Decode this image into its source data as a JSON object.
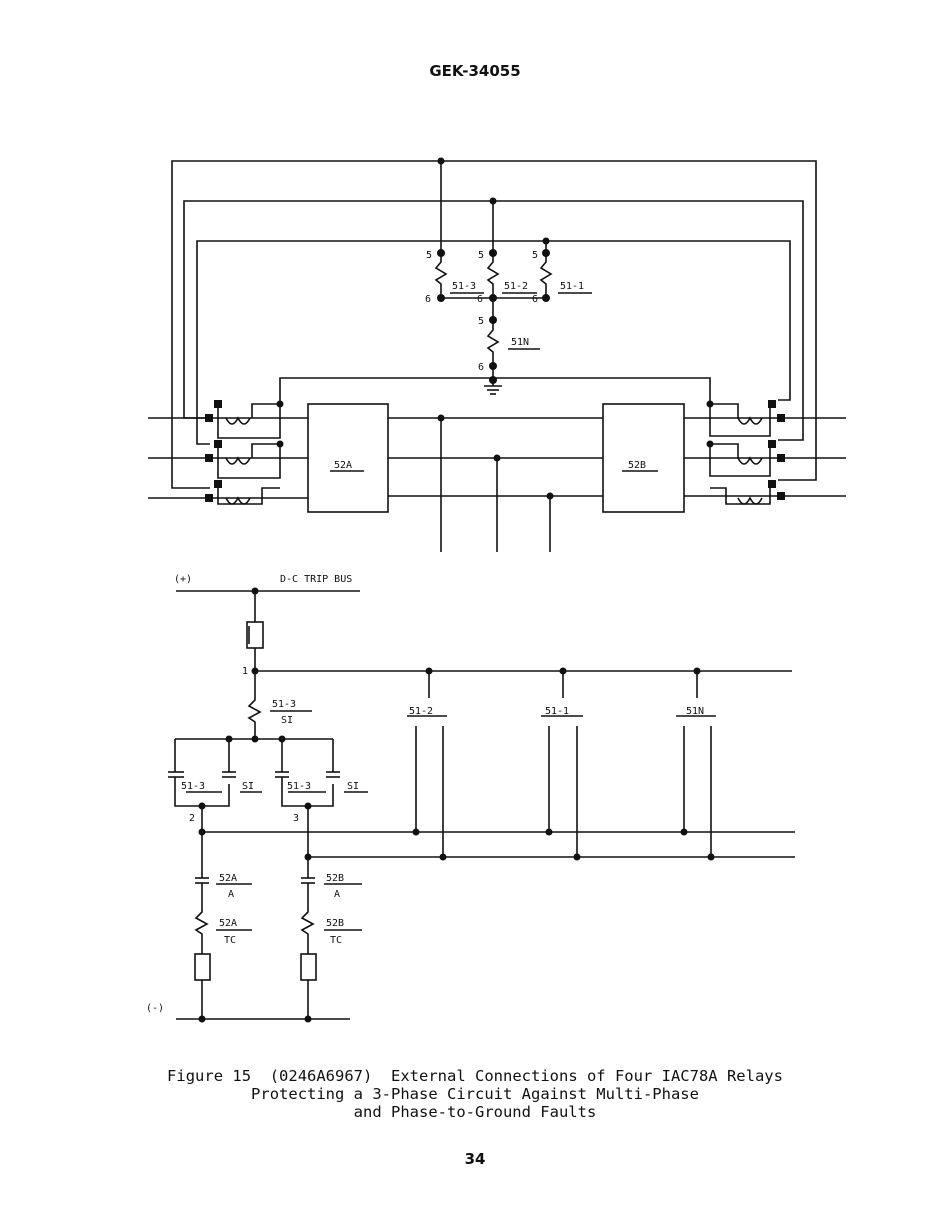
{
  "header": {
    "doc_id": "GEK-34055"
  },
  "ac_diagram": {
    "relays": [
      "51-3",
      "51-2",
      "51-1",
      "51N"
    ],
    "terminal_top": "5",
    "terminal_bottom": "6",
    "breakers": [
      "52A",
      "52B"
    ]
  },
  "dc_diagram": {
    "positive": "(+)",
    "negative": "(-)",
    "bus": "D-C TRIP BUS",
    "node1": "1",
    "node2": "2",
    "node3": "3",
    "coil_label": "51-3",
    "coil_sub": "SI",
    "contact_toc": "51-3",
    "contact_si": "SI",
    "relay_contacts": [
      "51-2",
      "51-1",
      "51N"
    ],
    "aux_52a_top": "52A",
    "aux_52a_bot": "A",
    "aux_52b_top": "52B",
    "aux_52b_bot": "A",
    "tc_52a_top": "52A",
    "tc_52a_bot": "TC",
    "tc_52b_top": "52B",
    "tc_52b_bot": "TC"
  },
  "caption": {
    "line1": "Figure 15  (0246A6967)  External Connections of Four IAC78A Relays",
    "line2": "Protecting a 3-Phase Circuit Against Multi-Phase",
    "line3": "and Phase-to-Ground Faults"
  },
  "footer": {
    "page_number": "34"
  }
}
